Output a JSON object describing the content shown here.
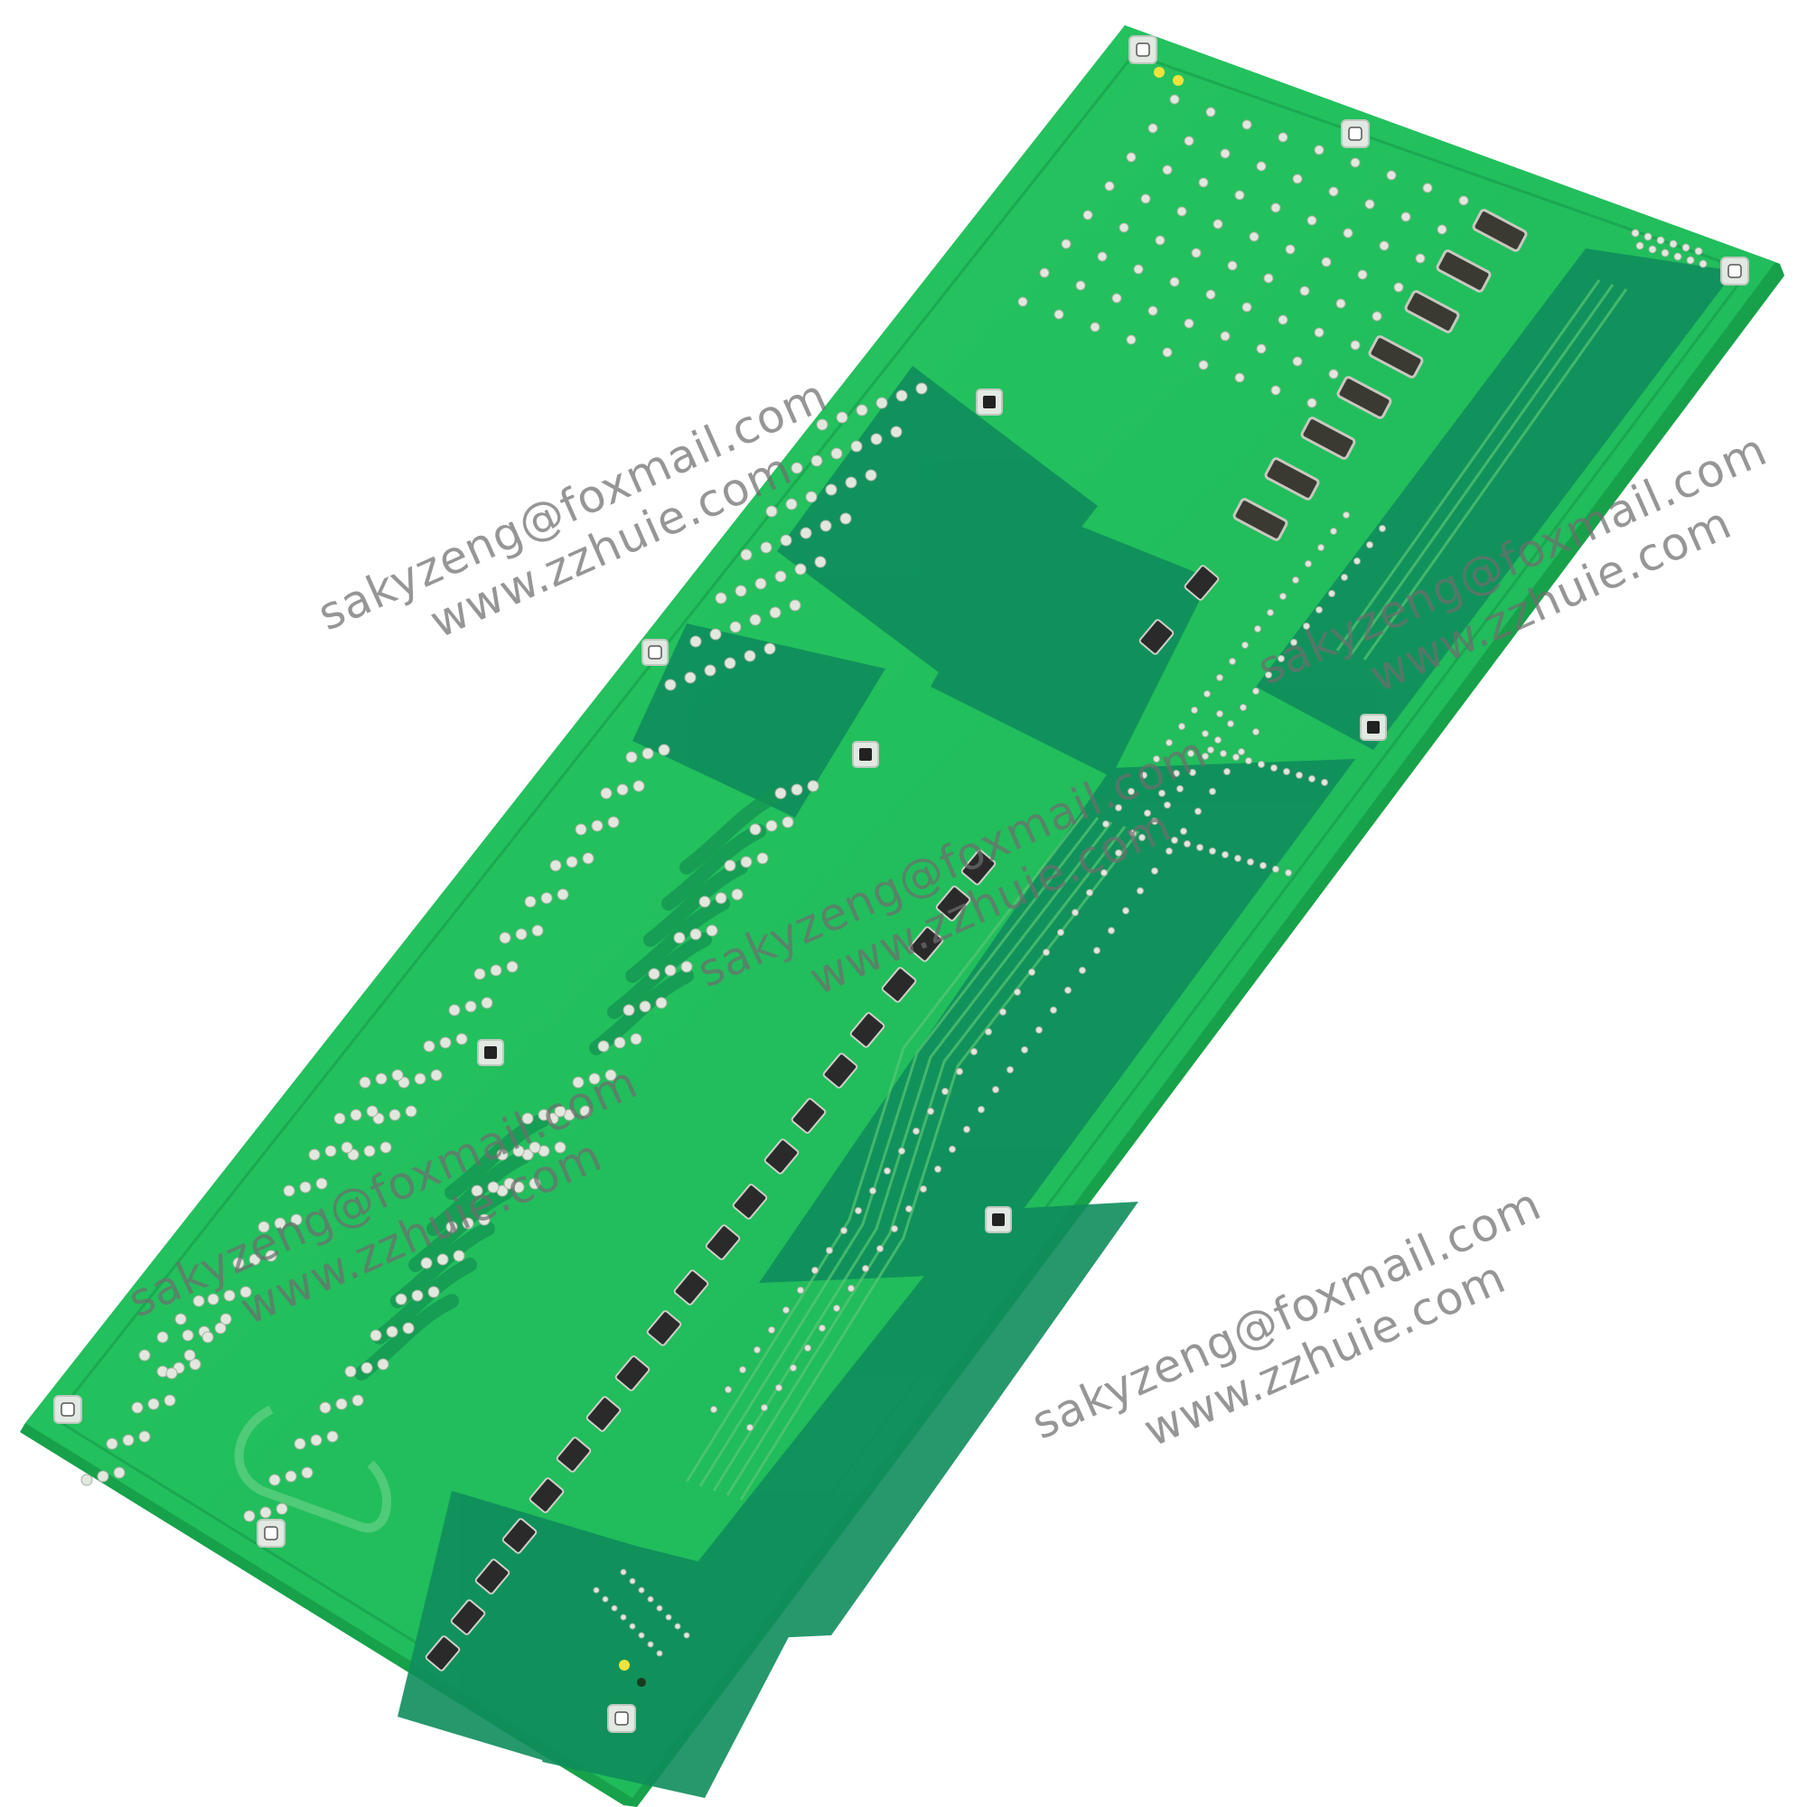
{
  "photo": {
    "subject": "green printed circuit board (solder side)",
    "background": "#ffffff",
    "colors": {
      "board_green": "#1fbf5a",
      "board_edge": "#18a84e",
      "dark_region": "#0e8a5a",
      "pad_silver": "#dfe6e0",
      "component_black": "#2a2a2a",
      "led_yellow": "#f2e23a",
      "watermark_gray": "#7a7a7a"
    },
    "leds": [
      {
        "name": "top-led-1",
        "color": "#f2e23a"
      },
      {
        "name": "top-led-2",
        "color": "#f2e23a"
      },
      {
        "name": "bottom-led",
        "color": "#f2e23a"
      }
    ]
  },
  "watermarks": [
    {
      "line1": "sakyzeng@foxmail.com",
      "line2": "www.zzhuie.com"
    },
    {
      "line1": "sakyzeng@foxmail.com",
      "line2": "www.zzhuie.com"
    },
    {
      "line1": "sakyzeng@foxmail.com",
      "line2": "www.zzhuie.com"
    },
    {
      "line1": "sakyzeng@foxmail.com",
      "line2": "www.zzhuie.com"
    },
    {
      "line1": "sakyzeng@foxmail.com",
      "line2": "www.zzhuie.com"
    }
  ]
}
